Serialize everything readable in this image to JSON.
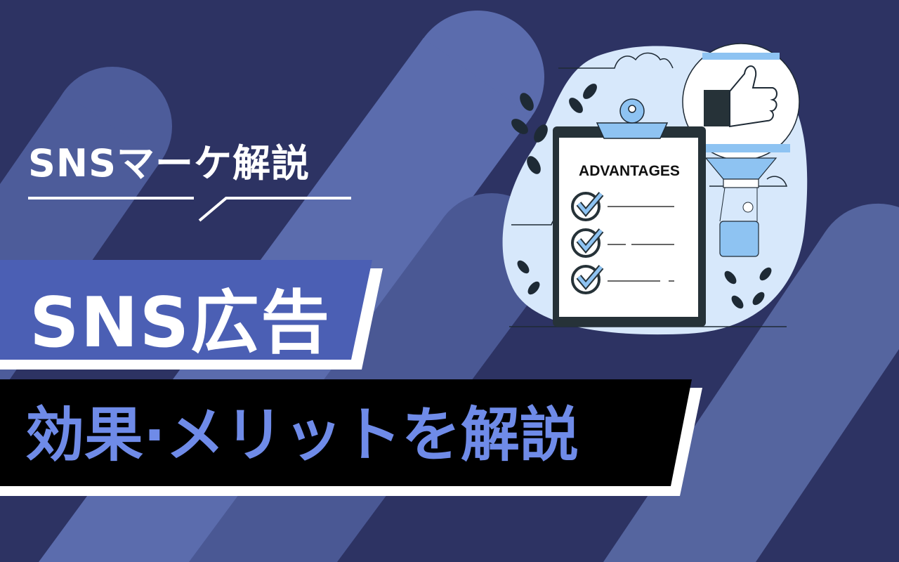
{
  "header": {
    "kicker": "SNSマーケ解説"
  },
  "main": {
    "title": "SNS広告",
    "subtitle": "効果·メリットを解説"
  },
  "illustration": {
    "clipboard_heading": "ADVANTAGES",
    "checklist_count": 3
  },
  "colors": {
    "background": "#2d3363",
    "stripe": "#5a6bab",
    "title_box": "#4b5fb4",
    "subtitle_box": "#000000",
    "subtitle_text": "#6f8be8",
    "accent_light": "#8ec3f2",
    "blob": "#d7e8fb"
  }
}
